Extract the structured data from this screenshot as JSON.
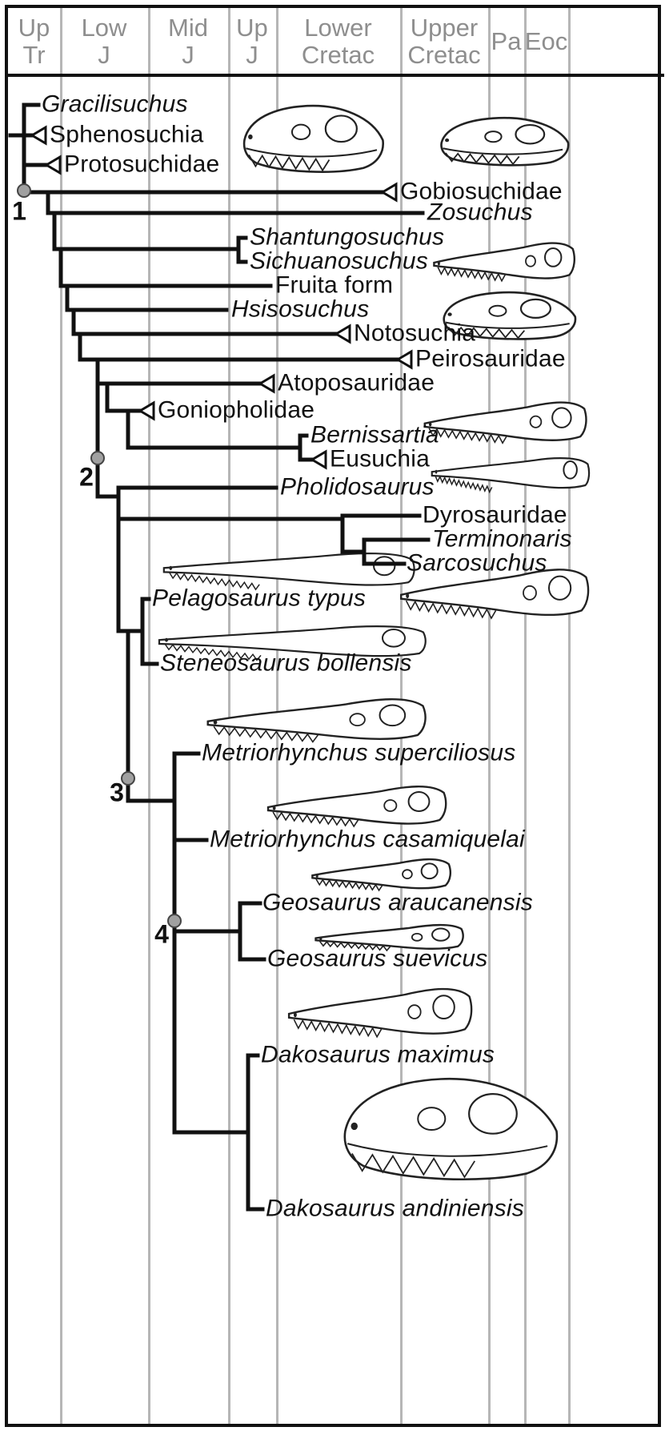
{
  "figure": {
    "description": "Time-calibrated phylogeny of Crocodylomorpha with skull illustrations",
    "colors": {
      "grid": "#b6b6b6",
      "header_text": "#8e8e8e",
      "branch": "#111111",
      "node_dot": "#a0a0a0"
    }
  },
  "timescale": {
    "columns": [
      {
        "id": "up-tr",
        "line1": "Up",
        "line2": "Tr"
      },
      {
        "id": "low-j",
        "line1": "Low",
        "line2": "J"
      },
      {
        "id": "mid-j",
        "line1": "Mid",
        "line2": "J"
      },
      {
        "id": "up-j",
        "line1": "Up",
        "line2": "J"
      },
      {
        "id": "lower-cretac",
        "line1": "Lower",
        "line2": "Cretac"
      },
      {
        "id": "upper-cretac",
        "line1": "Upper",
        "line2": "Cretac"
      },
      {
        "id": "pa",
        "line1": "Pa",
        "line2": ""
      },
      {
        "id": "eoc",
        "line1": "Eoc",
        "line2": ""
      }
    ]
  },
  "tree": {
    "taxa": [
      {
        "name": "Gracilisuchus",
        "italic": true
      },
      {
        "name": "Sphenosuchia",
        "italic": false,
        "collapsed": true
      },
      {
        "name": "Protosuchidae",
        "italic": false,
        "collapsed": true
      },
      {
        "name": "Gobiosuchidae",
        "italic": false,
        "collapsed": true
      },
      {
        "name": "Zosuchus",
        "italic": true
      },
      {
        "name": "Shantungosuchus",
        "italic": true
      },
      {
        "name": "Sichuanosuchus",
        "italic": true
      },
      {
        "name": "Fruita form",
        "italic": false
      },
      {
        "name": "Hsisosuchus",
        "italic": true
      },
      {
        "name": "Notosuchia",
        "italic": false,
        "collapsed": true
      },
      {
        "name": "Peirosauridae",
        "italic": false,
        "collapsed": true
      },
      {
        "name": "Atoposauridae",
        "italic": false,
        "collapsed": true
      },
      {
        "name": "Goniopholidae",
        "italic": false,
        "collapsed": true
      },
      {
        "name": "Bernissartia",
        "italic": true
      },
      {
        "name": "Eusuchia",
        "italic": false,
        "collapsed": true
      },
      {
        "name": "Pholidosaurus",
        "italic": true
      },
      {
        "name": "Dyrosauridae",
        "italic": false
      },
      {
        "name": "Terminonaris",
        "italic": true
      },
      {
        "name": "Sarcosuchus",
        "italic": true
      },
      {
        "name": "Pelagosaurus typus",
        "italic": true
      },
      {
        "name": "Steneosaurus bollensis",
        "italic": true
      },
      {
        "name": "Metriorhynchus superciliosus",
        "italic": true
      },
      {
        "name": "Metriorhynchus casamiquelai",
        "italic": true
      },
      {
        "name": "Geosaurus araucanensis",
        "italic": true
      },
      {
        "name": "Geosaurus suevicus",
        "italic": true
      },
      {
        "name": "Dakosaurus maximus",
        "italic": true
      },
      {
        "name": "Dakosaurus andiniensis",
        "italic": true
      }
    ],
    "nodes": [
      {
        "label": "1"
      },
      {
        "label": "2"
      },
      {
        "label": "3"
      },
      {
        "label": "4"
      }
    ]
  },
  "illustrations": [
    "protosuchid-skull",
    "gobiosuchid-skull",
    "shantungosuchid-skull",
    "notosuchid-skull",
    "goniopholid-skull",
    "eusuchian-skull",
    "sarcosuchus-skull",
    "pelagosaurus-skull",
    "steneosaurus-skull",
    "metriorhynchus-superciliosus-skull",
    "metriorhynchus-casamiquelai-skull",
    "geosaurus-araucanensis-skull",
    "geosaurus-suevicus-skull",
    "dakosaurus-maximus-skull",
    "dakosaurus-andiniensis-skull"
  ]
}
